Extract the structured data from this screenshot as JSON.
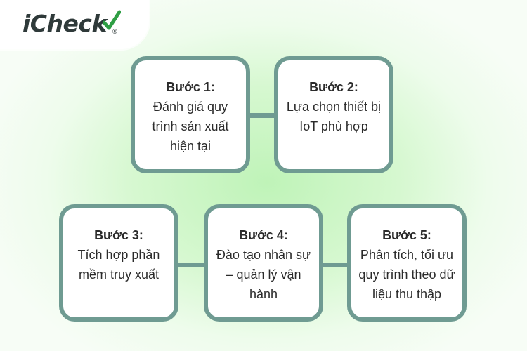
{
  "brand": {
    "name": "iCheck",
    "registered_mark": "®",
    "accent_color": "#2f9e44"
  },
  "steps": [
    {
      "title": "Bước 1:",
      "description": "Đánh giá quy trình sản xuất hiện tại"
    },
    {
      "title": "Bước 2:",
      "description": "Lựa chọn thiết bị IoT phù hợp"
    },
    {
      "title": "Bước 3:",
      "description": "Tích hợp phần mềm truy xuất"
    },
    {
      "title": "Bước 4:",
      "description": "Đào tạo nhân sự – quản lý vận hành"
    },
    {
      "title": "Bước 5:",
      "description": "Phân tích, tối ưu quy trình theo dữ liệu thu thập"
    }
  ],
  "colors": {
    "box_border": "#6f9b92",
    "box_fill": "#ffffff",
    "background_glow": "#bff3b8"
  }
}
